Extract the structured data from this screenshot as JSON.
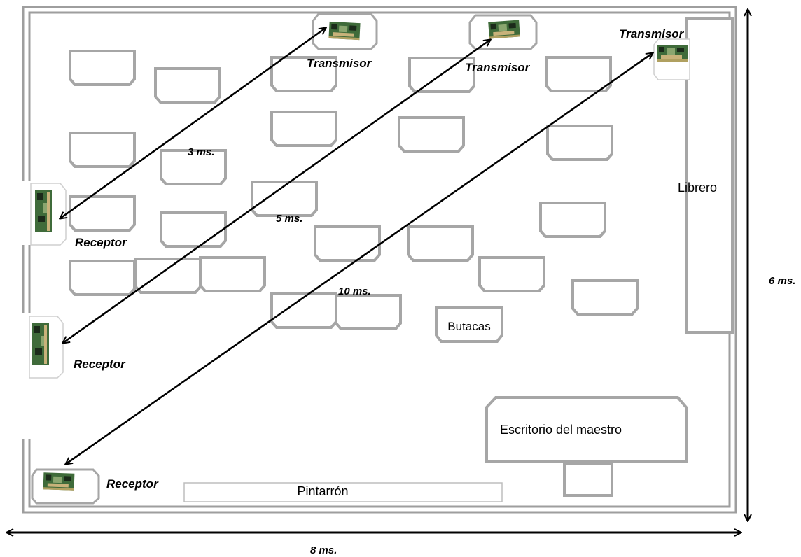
{
  "room": {
    "transmitter_label": "Transmisor",
    "receiver_label": "Receptor",
    "bookshelf_label": "Librero",
    "seats_label": "Butacas",
    "teacher_desk_label": "Escritorio del maestro",
    "whiteboard_label": "Pintarrón",
    "width_label": "8 ms.",
    "height_label": "6 ms.",
    "link_labels": [
      "3 ms.",
      "5 ms.",
      "10 ms."
    ]
  },
  "colors": {
    "wall": "#9e9e9e",
    "furniture": "#a6a6a6",
    "arrow": "#000000",
    "board_pcb": "#3f6b3a",
    "board_chip": "#1b2a1a"
  }
}
